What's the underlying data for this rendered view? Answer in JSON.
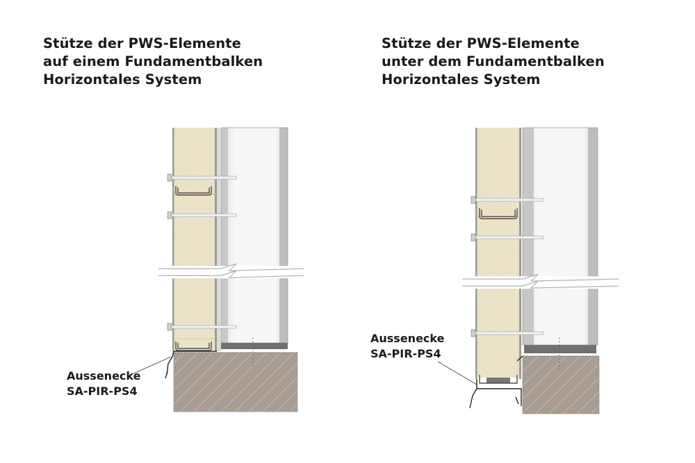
{
  "left": {
    "title": [
      "Stütze der PWS-Elemente",
      "auf einem Fundamentbalken",
      "Horizontales System"
    ],
    "label": [
      "Aussenecke",
      "SA-PIR-PS4"
    ]
  },
  "right": {
    "title": [
      "Stütze der PWS-Elemente",
      "unter dem Fundamentbalken",
      "Horizontales System"
    ],
    "label": [
      "Aussenecke",
      "SA-PIR-PS4"
    ]
  },
  "colors": {
    "foam": "#efe6cc",
    "steel": "#b3b3b3",
    "column": "#f6f6f6",
    "concrete": "#a99d93",
    "baseplate": "#707070",
    "ink": "#1a1a1a"
  }
}
